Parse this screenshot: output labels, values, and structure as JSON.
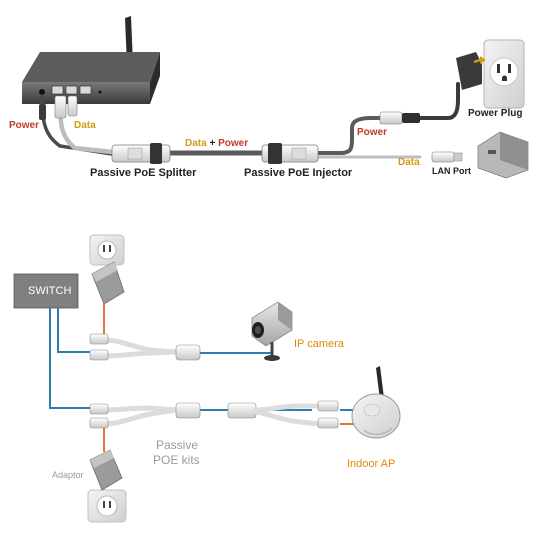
{
  "colors": {
    "power": "#c0392b",
    "data": "#d39b12",
    "blue_wire": "#2e7fb0",
    "orange_wire": "#e0743a",
    "label_orange": "#e08a00",
    "gray_label": "#9a9a9a",
    "switch_fill": "#808080"
  },
  "top_diagram": {
    "power_left": "Power",
    "data_left": "Data",
    "data_mid": "Data",
    "plus": " + ",
    "power_mid": "Power",
    "splitter_label": "Passive PoE Splitter",
    "injector_label": "Passive PoE Injector",
    "power_right": "Power",
    "data_right": "Data",
    "lan_port_label": "LAN Port",
    "power_plug_label": "Power Plug"
  },
  "bottom_diagram": {
    "switch_label": "SWITCH",
    "ip_camera_label": "IP camera",
    "poe_kits_label_line1": "Passive",
    "poe_kits_label_line2": "POE kits",
    "adapter_label": "Adaptor",
    "indoor_ap_label": "Indoor AP"
  }
}
